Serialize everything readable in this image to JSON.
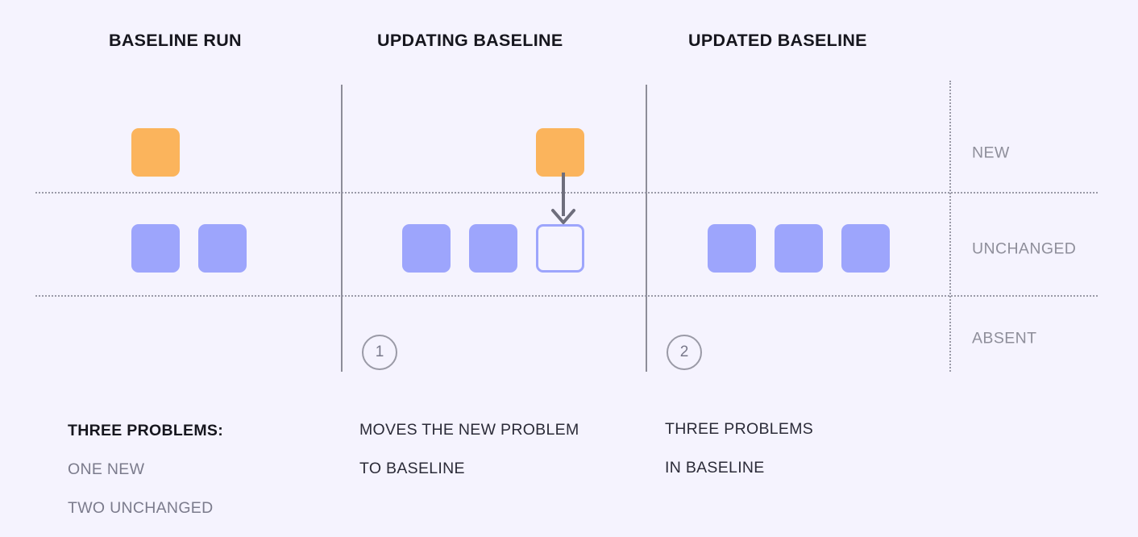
{
  "page": {
    "background_color": "#F5F3FE",
    "title_color": "#16161E",
    "muted_color": "#8E8E9A"
  },
  "columns": [
    {
      "id": "baseline-run",
      "header": "BASELINE RUN"
    },
    {
      "id": "updating-baseline",
      "header": "UPDATING BASELINE"
    },
    {
      "id": "updated-baseline",
      "header": "UPDATED BASELINE"
    }
  ],
  "bands": [
    {
      "id": "new",
      "label": "NEW"
    },
    {
      "id": "unchanged",
      "label": "UNCHANGED"
    },
    {
      "id": "absent",
      "label": "ABSENT"
    }
  ],
  "legend_colors": {
    "new_square": "#FBB45C",
    "unchanged_square": "#9DA5FC",
    "outline_square_border": "#9DA5FC",
    "arrow": "#6E6E7C",
    "divider": "#8D8D99",
    "dotted_line": "#9A9AA8"
  },
  "squares": {
    "column1": {
      "new": [
        {
          "name": "new-problem-1"
        }
      ],
      "unchanged": [
        {
          "name": "unchanged-problem-1"
        },
        {
          "name": "unchanged-problem-2"
        }
      ]
    },
    "column2": {
      "new": [
        {
          "name": "new-problem-1"
        }
      ],
      "unchanged": [
        {
          "name": "unchanged-problem-1"
        },
        {
          "name": "unchanged-problem-2"
        },
        {
          "name": "moved-problem-placeholder"
        }
      ]
    },
    "column3": {
      "unchanged": [
        {
          "name": "baseline-problem-1"
        },
        {
          "name": "baseline-problem-2"
        },
        {
          "name": "baseline-problem-3"
        }
      ]
    }
  },
  "steps": [
    {
      "id": "step-1",
      "number": "1"
    },
    {
      "id": "step-2",
      "number": "2"
    }
  ],
  "captions": {
    "column1": {
      "strong": "THREE PROBLEMS:",
      "muted_line1": "ONE NEW",
      "muted_line2": "TWO UNCHANGED"
    },
    "column2": {
      "line1": "MOVES THE NEW PROBLEM",
      "line2": "TO BASELINE"
    },
    "column3": {
      "line1": "THREE PROBLEMS",
      "line2": "IN BASELINE"
    }
  },
  "arrow": {
    "name": "move-to-baseline-arrow",
    "direction": "down"
  }
}
